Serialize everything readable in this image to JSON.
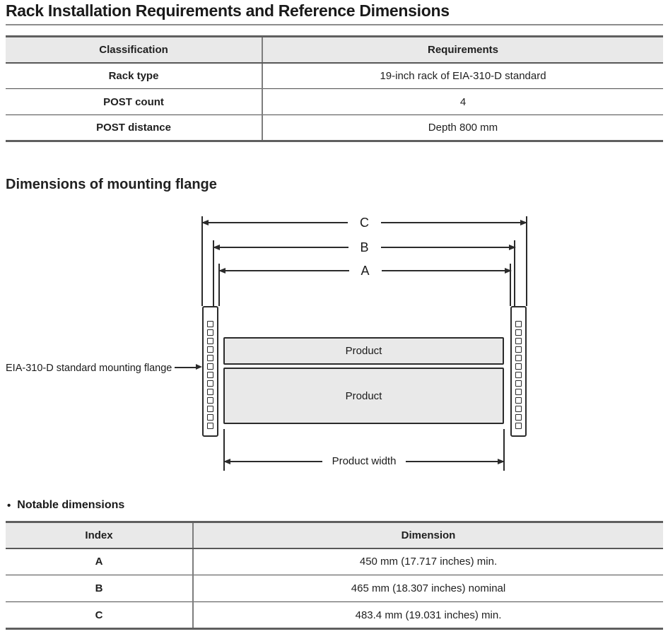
{
  "title": "Rack Installation Requirements and Reference Dimensions",
  "sections": {
    "mounting_flange_heading": "Dimensions of mounting flange",
    "notable_bullet": "•",
    "notable_dimensions_heading": "Notable dimensions"
  },
  "requirements_table": {
    "headers": {
      "classification": "Classification",
      "requirements": "Requirements"
    },
    "rows": [
      {
        "label": "Rack type",
        "value": "19-inch rack of EIA-310-D standard"
      },
      {
        "label": "POST count",
        "value": "4"
      },
      {
        "label": "POST distance",
        "value": "Depth 800 mm"
      }
    ]
  },
  "diagram": {
    "dim_c_label": "C",
    "dim_b_label": "B",
    "dim_a_label": "A",
    "flange_callout": "EIA-310-D standard mounting flange",
    "product_top_label": "Product",
    "product_bottom_label": "Product",
    "product_width_label": "Product width",
    "flange_hole_count": 13
  },
  "notable_table": {
    "headers": {
      "index": "Index",
      "dimension": "Dimension"
    },
    "rows": [
      {
        "index": "A",
        "dimension": "450 mm (17.717 inches) min."
      },
      {
        "index": "B",
        "dimension": "465 mm (18.307 inches) nominal"
      },
      {
        "index": "C",
        "dimension": "483.4 mm (19.031 inches) min."
      }
    ]
  },
  "colors": {
    "text": "#1f1f1f",
    "diagram_line": "#2b2b2b",
    "table_header_fill": "#e9e9e9",
    "product_fill": "#e9e9e9",
    "title_rule": "#8c8c8c"
  }
}
